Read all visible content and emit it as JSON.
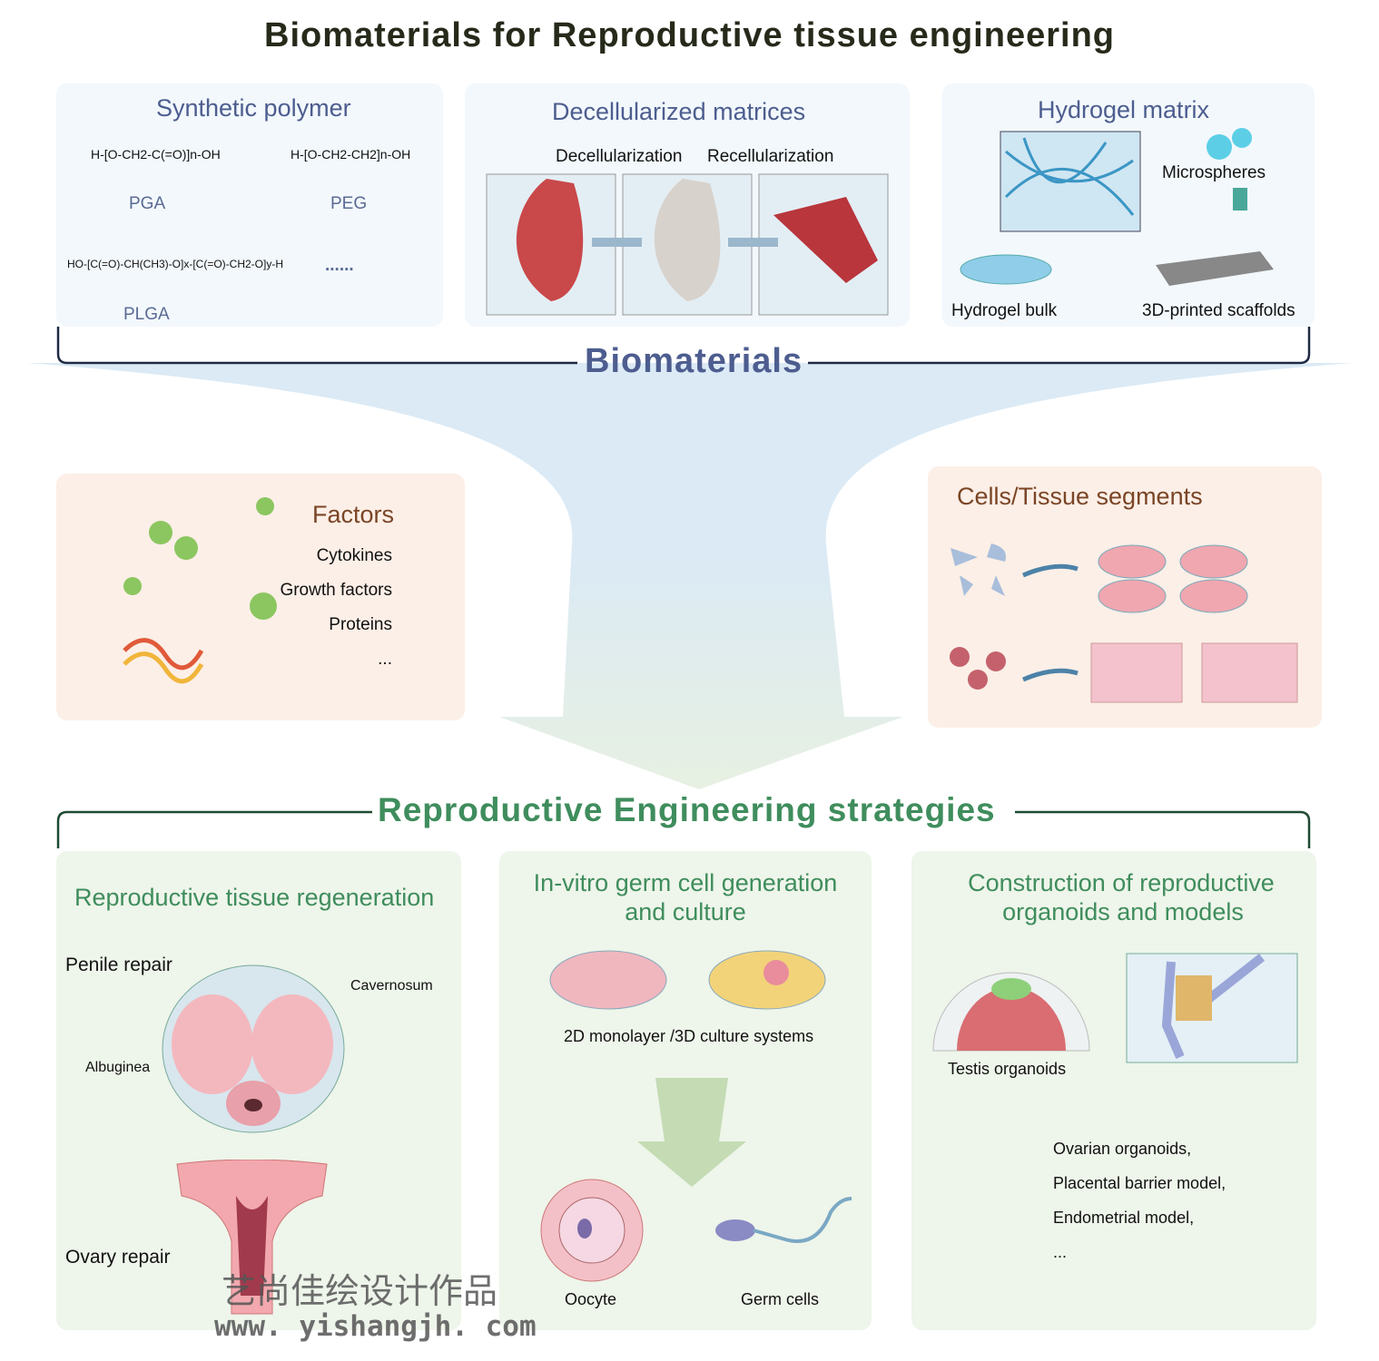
{
  "title": "Biomaterials for Reproductive tissue engineering",
  "synthetic": {
    "heading": "Synthetic polymer",
    "pga": "PGA",
    "peg": "PEG",
    "plga": "PLGA",
    "more": "......",
    "pga_formula": "H-[O-CH2-C(=O)]n-OH",
    "peg_formula": "H-[O-CH2-CH2]n-OH",
    "plga_formula": "HO-[C(=O)-CH(CH3)-O]x-[C(=O)-CH2-O]y-H"
  },
  "decell": {
    "heading": "Decellularized matrices",
    "step1": "Decellularization",
    "step2": "Recellularization"
  },
  "hydrogel": {
    "heading": "Hydrogel matrix",
    "microspheres": "Microspheres",
    "bulk": "Hydrogel bulk",
    "scaffolds": "3D-printed scaffolds"
  },
  "biomaterials_label": "Biomaterials",
  "factors": {
    "heading": "Factors",
    "items": [
      "Cytokines",
      "Growth factors",
      "Proteins",
      "..."
    ]
  },
  "cells": {
    "heading": "Cells/Tissue segments"
  },
  "strategies_label": "Reproductive Engineering strategies",
  "regeneration": {
    "heading": "Reproductive tissue regeneration",
    "penile": "Penile repair",
    "cavernosum": "Cavernosum",
    "albuginea": "Albuginea",
    "ovary": "Ovary repair"
  },
  "invitro": {
    "heading_line1": "In-vitro germ cell generation",
    "heading_line2": "and culture",
    "culture": "2D monolayer /3D culture systems",
    "oocyte": "Oocyte",
    "germ": "Germ cells"
  },
  "organoids": {
    "heading_line1": "Construction of reproductive",
    "heading_line2": "organoids and models",
    "testis": "Testis organoids",
    "list": [
      "Ovarian organoids,",
      "Placental barrier model,",
      "Endometrial model,",
      "..."
    ]
  },
  "watermark": {
    "cn": "艺尚佳绘设计作品",
    "url": "www. yishangjh. com"
  },
  "colors": {
    "blue_heading": "#4d5d8f",
    "brown_heading": "#7a4526",
    "green_heading": "#3f8d5d"
  }
}
